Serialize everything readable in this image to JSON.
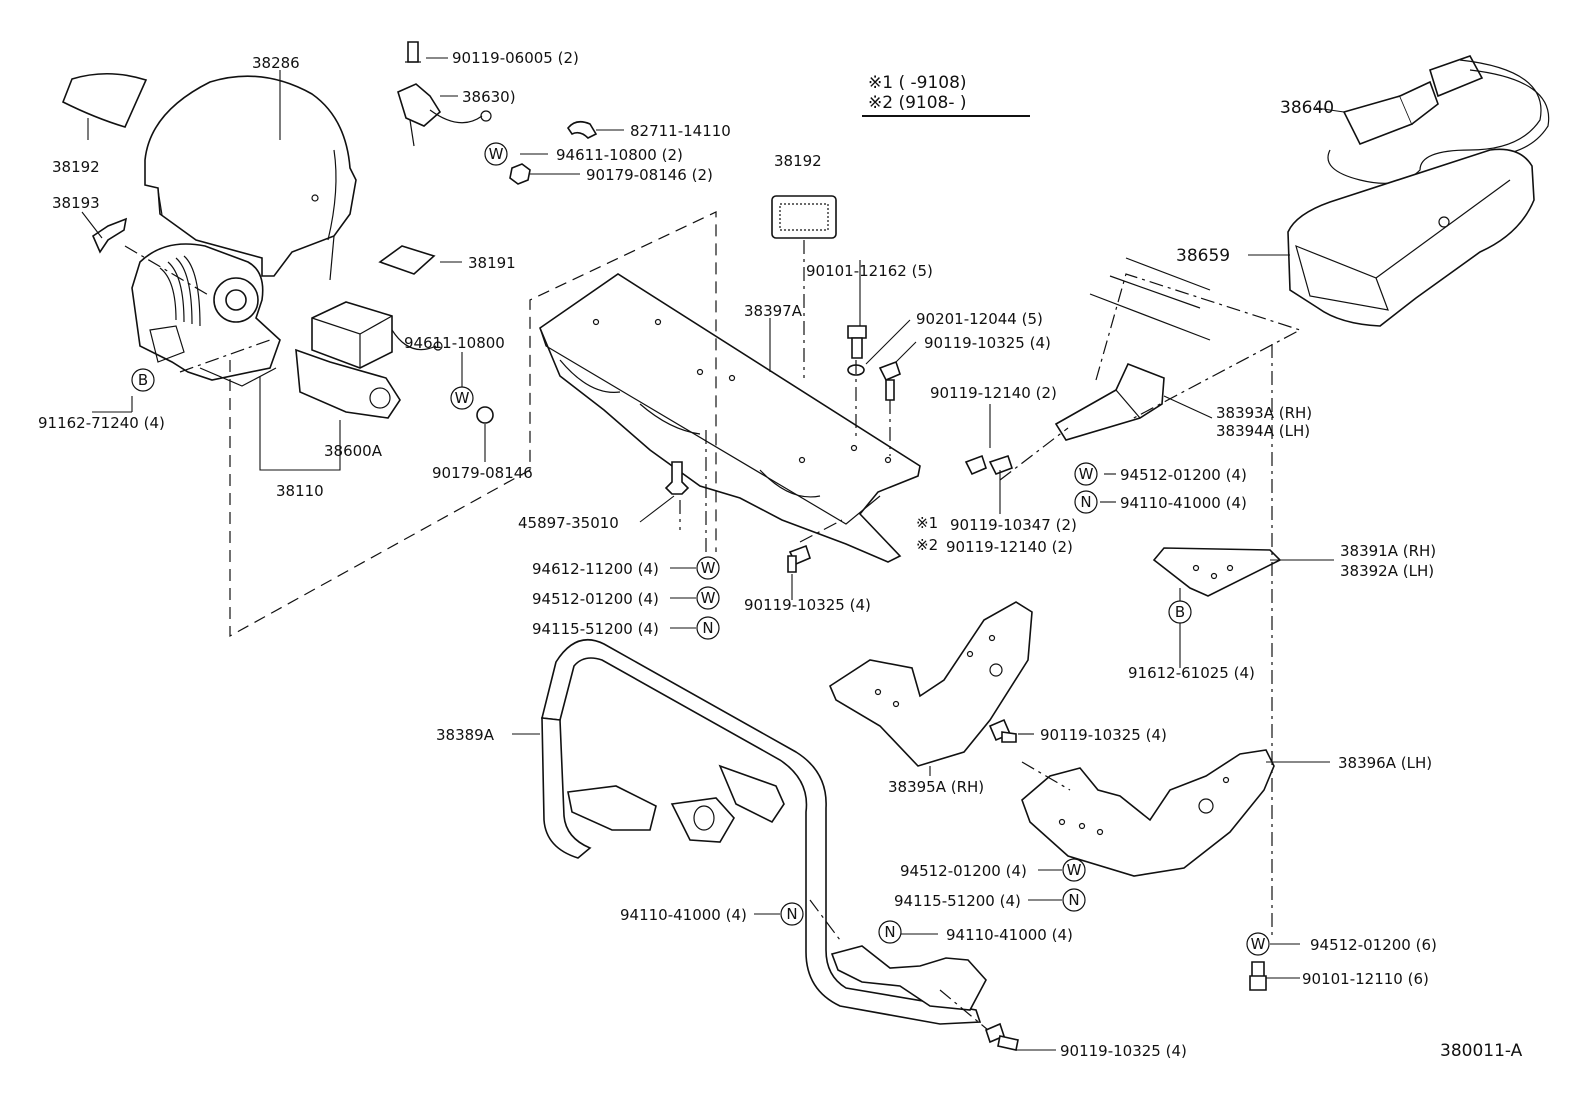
{
  "diagram_id": "380011-A",
  "legend": {
    "note1": "※1 (      -9108)",
    "note2": "※2 (9108-       )"
  },
  "symbols": {
    "washer": "W",
    "nut": "N",
    "bolt": "B"
  },
  "labels": {
    "p38286": "38286",
    "p38192a": "38192",
    "p38193": "38193",
    "p91162": "91162-71240 (4)",
    "p38110": "38110",
    "p38600": "38600A",
    "p90119_06005": "90119-06005 (2)",
    "p38630": "38630)",
    "p82711": "82711-14110",
    "p94611_2": "94611-10800 (2)",
    "p90179_2": "90179-08146 (2)",
    "p38191": "38191",
    "p94611": "94611-10800",
    "p90179": "90179-08146",
    "p38192b": "38192",
    "p90101_12162": "90101-12162 (5)",
    "p38397": "38397A",
    "p90201": "90201-12044 (5)",
    "p90119_10325a": "90119-10325 (4)",
    "p90119_12140a": "90119-12140 (2)",
    "p38393": "38393A (RH)",
    "p38394": "38394A (LH)",
    "p94512a": "94512-01200 (4)",
    "p94110a": "94110-41000 (4)",
    "mark1": "※1",
    "p90119_10347": "90119-10347 (2)",
    "mark2": "※2",
    "p90119_12140b": "90119-12140 (2)",
    "p45897": "45897-35010",
    "p94612": "94612-11200 (4)",
    "p94512b": "94512-01200 (4)",
    "p94115a": "94115-51200 (4)",
    "p90119_10325b": "90119-10325 (4)",
    "p38640": "38640",
    "p38659": "38659",
    "p38391": "38391A (RH)",
    "p38392": "38392A (LH)",
    "p91612": "91612-61025 (4)",
    "p38389": "38389A",
    "p90119_10325c": "90119-10325 (4)",
    "p38395": "38395A (RH)",
    "p38396": "38396A (LH)",
    "p94512c": "94512-01200 (4)",
    "p94115b": "94115-51200 (4)",
    "p94110b": "94110-41000 (4)",
    "p94110c": "94110-41000 (4)",
    "p94512d": "94512-01200 (6)",
    "p90101_12110": "90101-12110 (6)",
    "p90119_10325d": "90119-10325 (4)"
  }
}
